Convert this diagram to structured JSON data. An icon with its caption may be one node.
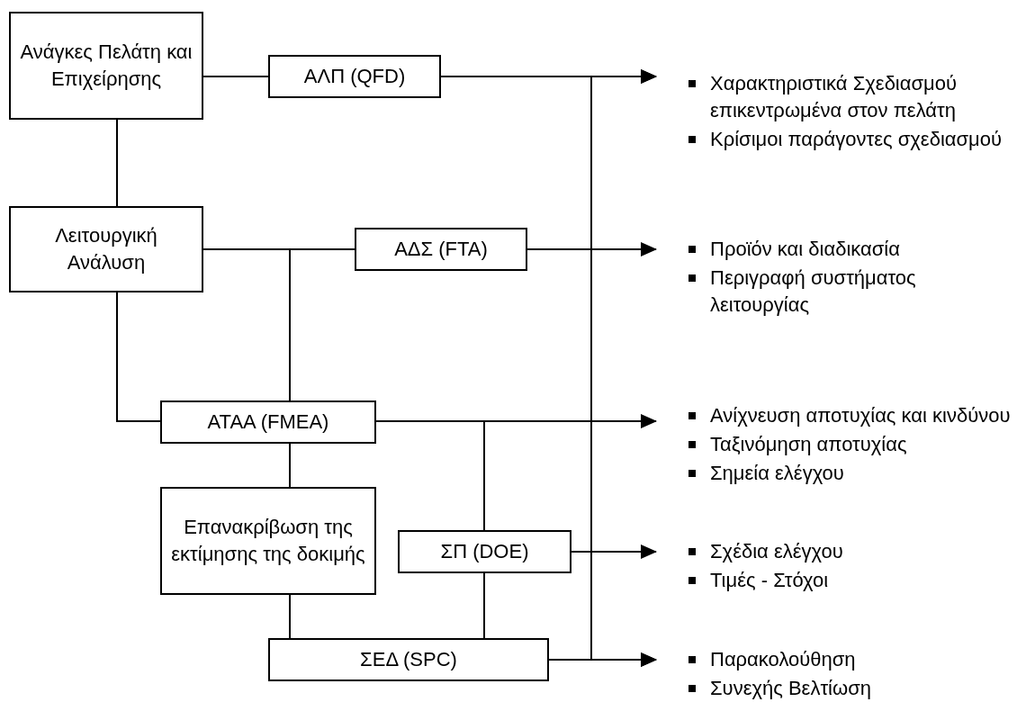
{
  "diagram": {
    "nodes": [
      {
        "text": [
          "Ανάγκες Πελάτη και Επιχείρησης"
        ]
      },
      {
        "text": [
          "ΑΛΠ (QFD)"
        ]
      },
      {
        "text": [
          "Λειτουργική Ανάλυση"
        ]
      },
      {
        "text": [
          "ΑΔΣ (FTA)"
        ]
      },
      {
        "text": [
          "ΑΤΑΑ (FMEA)"
        ]
      },
      {
        "text": [
          "Επανακρίβωση της εκτίμησης της δοκιμής"
        ]
      },
      {
        "text": [
          "ΣΠ (DOE)"
        ]
      },
      {
        "text": [
          "ΣΕΔ (SPC)"
        ]
      },
      {
        "text": [
          "Χαρακτηριστικά Σχεδιασμού επικεντρωμένα στον πελάτη",
          "Κρίσιμοι παράγοντες σχεδιασμού"
        ]
      },
      {
        "text": [
          "Προϊόν και διαδικασία",
          "Περιγραφή συστήματος λειτουργίας"
        ]
      },
      {
        "text": [
          "Ανίχνευση αποτυχίας και κινδύνου",
          "Ταξινόμηση αποτυχίας",
          "Σημεία ελέγχου"
        ]
      },
      {
        "text": [
          "Σχέδια ελέγχου",
          "Τιμές - Στόχοι"
        ]
      },
      {
        "text": [
          "Παρακολούθηση",
          "Συνεχής Βελτίωση"
        ]
      }
    ],
    "edges": [
      {
        "from": 0,
        "to": 1,
        "arrow": "none"
      },
      {
        "from": 1,
        "to": 8,
        "arrow": "to"
      },
      {
        "from": 1,
        "to": 12,
        "arrow": "to"
      },
      {
        "from": 7,
        "to": 8,
        "arrow": "to"
      },
      {
        "from": 7,
        "to": 12,
        "arrow": "to"
      },
      {
        "from": 0,
        "to": 2,
        "arrow": "none"
      },
      {
        "from": 2,
        "to": 3,
        "arrow": "none"
      },
      {
        "from": 2,
        "to": 4,
        "arrow": "none"
      },
      {
        "from": 2,
        "to": 4,
        "arrow": "none"
      },
      {
        "from": 3,
        "to": 9,
        "arrow": "to"
      },
      {
        "from": 4,
        "to": 10,
        "arrow": "to"
      },
      {
        "from": 4,
        "to": 6,
        "arrow": "none"
      },
      {
        "from": 6,
        "to": 11,
        "arrow": "to"
      },
      {
        "from": 6,
        "to": 7,
        "arrow": "none"
      },
      {
        "from": 4,
        "to": 5,
        "arrow": "none"
      },
      {
        "from": 5,
        "to": 7,
        "arrow": "none"
      }
    ]
  }
}
